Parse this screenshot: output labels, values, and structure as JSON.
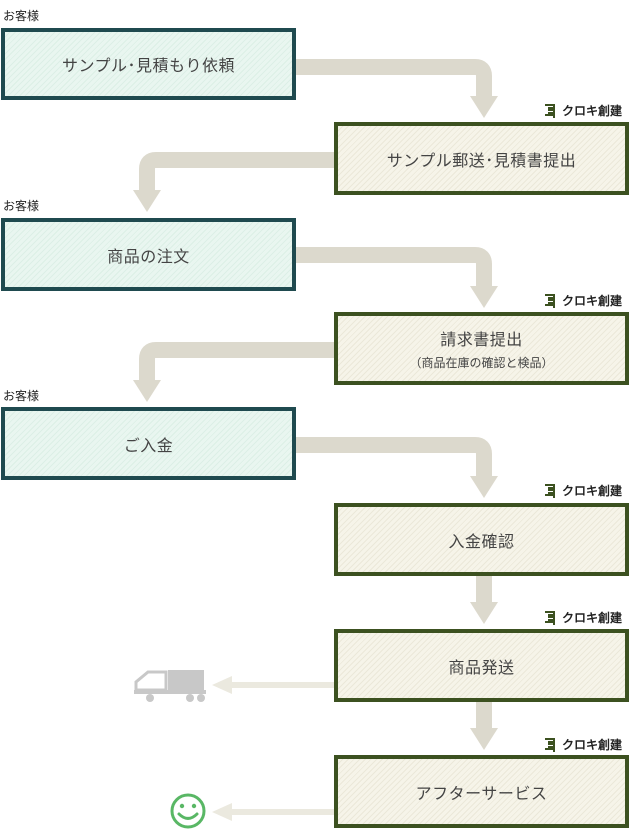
{
  "customer_label": "お客様",
  "company_label": "クロキ創建",
  "steps": [
    {
      "title": "サンプル･見積もり依頼",
      "role": "customer"
    },
    {
      "title": "サンプル郵送･見積書提出",
      "role": "company"
    },
    {
      "title": "商品の注文",
      "role": "customer"
    },
    {
      "title": "請求書提出",
      "subtitle": "（商品在庫の確認と検品）",
      "role": "company"
    },
    {
      "title": "ご入金",
      "role": "customer"
    },
    {
      "title": "入金確認",
      "role": "company"
    },
    {
      "title": "商品発送",
      "role": "company"
    },
    {
      "title": "アフターサービス",
      "role": "company"
    }
  ],
  "icons": {
    "truck": "truck-icon",
    "smiley": "smiley-icon",
    "logo": "kuroki-logo-icon"
  },
  "colors": {
    "customer_border": "#1f4a4f",
    "customer_fill": "#e9f6f0",
    "company_border": "#3c5120",
    "company_fill": "#f6f4e9",
    "connector": "#dcd9cd",
    "smiley": "#59b765"
  }
}
